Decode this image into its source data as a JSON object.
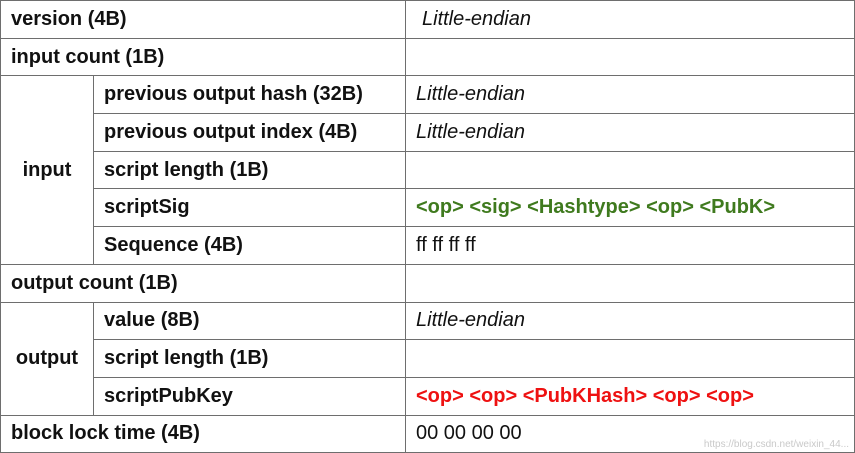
{
  "rows": {
    "version": {
      "label": "version (4B)",
      "value": "Little-endian"
    },
    "input_count": {
      "label": "input count (1B)",
      "value": ""
    },
    "input": {
      "group_label": "input",
      "prev_hash": {
        "label": "previous output hash (32B)",
        "value": "Little-endian"
      },
      "prev_index": {
        "label": "previous output index (4B)",
        "value": "Little-endian"
      },
      "script_length": {
        "label": "script length (1B)",
        "value": ""
      },
      "script_sig": {
        "label": "scriptSig",
        "value": "<op> <sig> <Hashtype> <op> <PubK>"
      },
      "sequence": {
        "label": "Sequence (4B)",
        "value": "ff ff ff ff"
      }
    },
    "output_count": {
      "label": "output count (1B)",
      "value": ""
    },
    "output": {
      "group_label": "output",
      "value": {
        "label": "value (8B)",
        "value": "Little-endian"
      },
      "script_length": {
        "label": "script length (1B)",
        "value": ""
      },
      "script_pubkey": {
        "label": "scriptPubKey",
        "value": "<op> <op> <PubKHash> <op> <op>"
      }
    },
    "lock_time": {
      "label": "block lock time (4B)",
      "value": "00 00 00 00"
    }
  },
  "colors": {
    "script_sig": "#3f7a1e",
    "script_pubkey": "#ee1111",
    "border": "#6e6e6e"
  },
  "watermark": "https://blog.csdn.net/weixin_44..."
}
